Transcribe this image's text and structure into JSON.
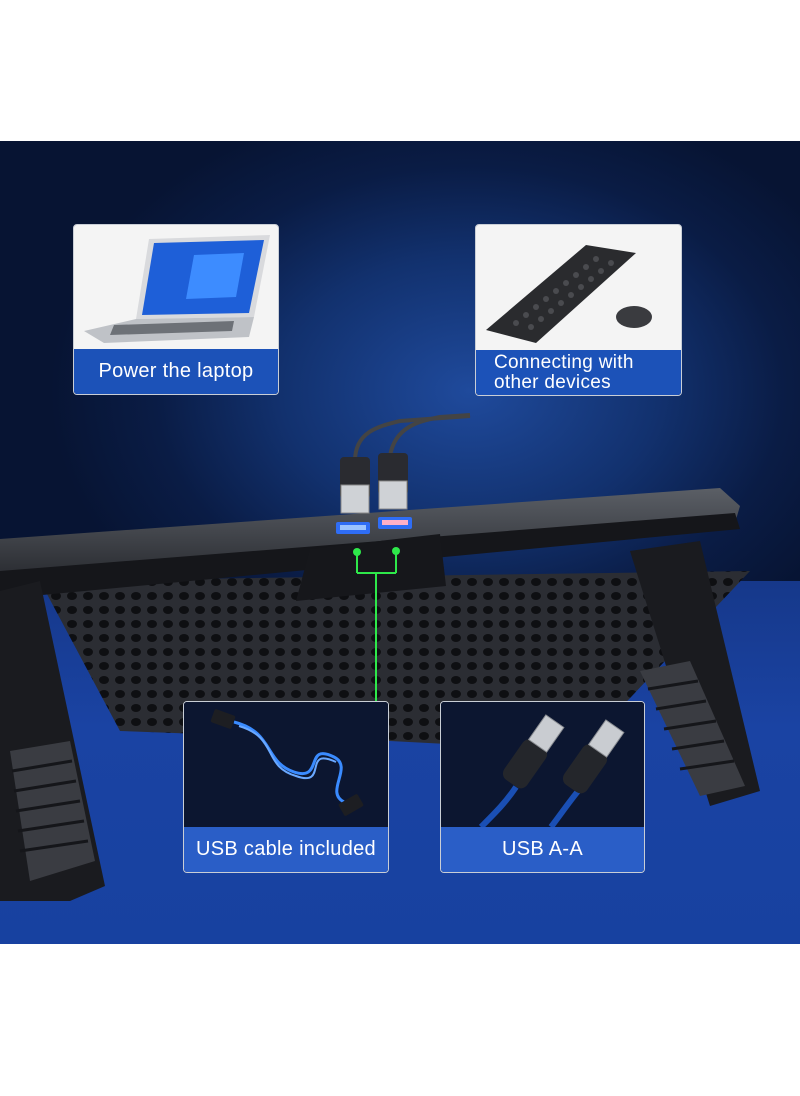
{
  "cards": {
    "power": {
      "label": "Power the laptop",
      "icon": "laptop-icon"
    },
    "devices": {
      "label_line1": "Connecting with",
      "label_line2": "other devices",
      "icon": "keyboard-mouse-icon"
    },
    "cable": {
      "label": "USB cable included",
      "icon": "usb-cable-icon"
    },
    "usbaa": {
      "label": "USB A-A",
      "icon": "usb-a-a-icon"
    }
  },
  "colors": {
    "label_bg": "#1c52b8",
    "led_blue": "#3a7bff",
    "connector_green": "#2ee84a"
  }
}
